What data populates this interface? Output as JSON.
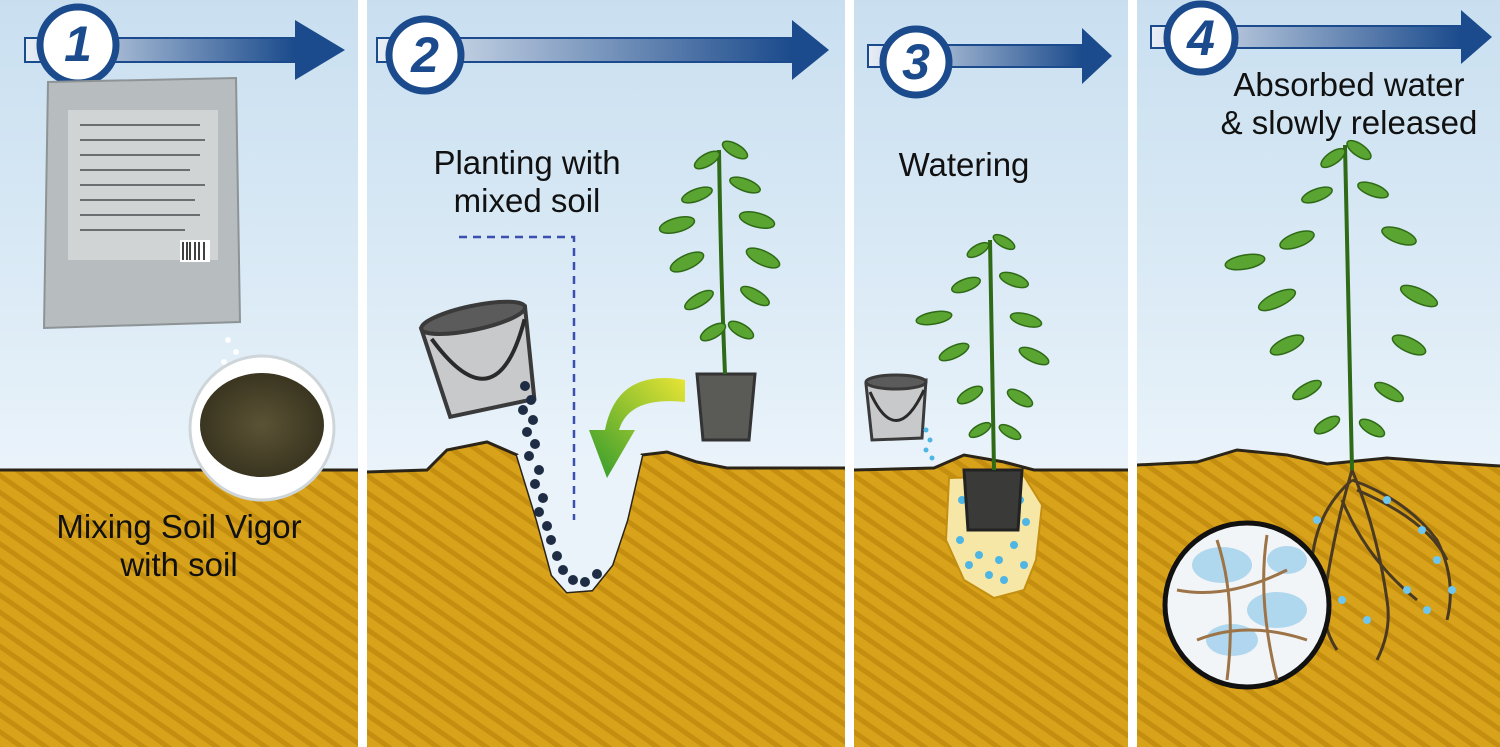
{
  "colors": {
    "arrow": "#1b4b8c",
    "sky": "#dcebf6",
    "soil": "#d9a21b",
    "soil_stripe": "#c48f10",
    "leaf": "#5aa531",
    "leaf_dark": "#2f6a17",
    "pot": "#5a5a57"
  },
  "steps": [
    {
      "number": "1",
      "caption": "Mixing Soil Vigor\nwith soil"
    },
    {
      "number": "2",
      "caption": "Planting with\nmixed soil"
    },
    {
      "number": "3",
      "caption": "Watering"
    },
    {
      "number": "4",
      "caption": "Absorbed water\n& slowly released"
    }
  ]
}
